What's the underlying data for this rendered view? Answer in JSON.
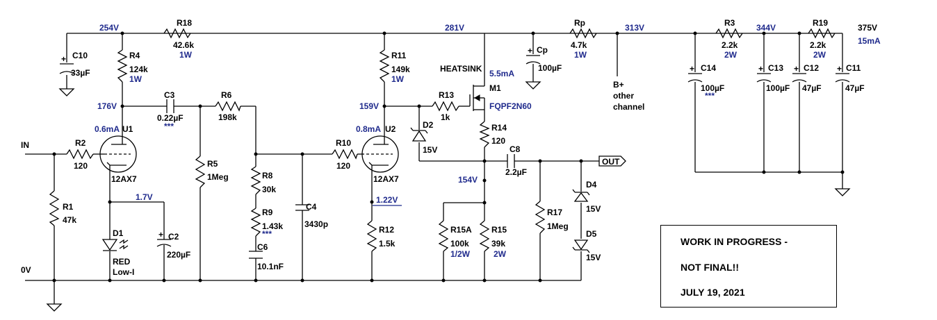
{
  "schematic": {
    "ports": {
      "in": "IN",
      "ground": "0V",
      "out": "OUT"
    },
    "voltages": {
      "v254": "254V",
      "v281": "281V",
      "v313": "313V",
      "v344": "344V",
      "v375": "375V",
      "v176": "176V",
      "v159": "159V",
      "v154": "154V",
      "v17": "1.7V",
      "v122": "1.22V"
    },
    "currents": {
      "u1": "0.6mA",
      "u2": "0.8mA",
      "m1": "5.5mA",
      "supply": "15mA"
    },
    "resistors": {
      "r1": {
        "name": "R1",
        "value": "47k"
      },
      "r2": {
        "name": "R2",
        "value": "120"
      },
      "r4": {
        "name": "R4",
        "value": "124k",
        "rating": "1W"
      },
      "r5": {
        "name": "R5",
        "value": "1Meg"
      },
      "r6": {
        "name": "R6",
        "value": "198k"
      },
      "r8": {
        "name": "R8",
        "value": "30k"
      },
      "r9": {
        "name": "R9",
        "value": "1.43k",
        "note": "***"
      },
      "r10": {
        "name": "R10",
        "value": "120"
      },
      "r11": {
        "name": "R11",
        "value": "149k",
        "rating": "1W"
      },
      "r12": {
        "name": "R12",
        "value": "1.5k"
      },
      "r13": {
        "name": "R13",
        "value": "1k"
      },
      "r14": {
        "name": "R14",
        "value": "120"
      },
      "r15a": {
        "name": "R15A",
        "value": "100k",
        "rating": "1/2W"
      },
      "r15": {
        "name": "R15",
        "value": "39k",
        "rating": "2W"
      },
      "r17": {
        "name": "R17",
        "value": "1Meg"
      },
      "r18": {
        "name": "R18",
        "value": "42.6k",
        "rating": "1W"
      },
      "rp": {
        "name": "Rp",
        "value": "4.7k",
        "rating": "1W"
      },
      "r3": {
        "name": "R3",
        "value": "2.2k",
        "rating": "2W"
      },
      "r19": {
        "name": "R19",
        "value": "2.2k",
        "rating": "2W"
      }
    },
    "capacitors": {
      "c2": {
        "name": "C2",
        "value": "220µF"
      },
      "c3": {
        "name": "C3",
        "value": "0.22µF",
        "note": "***"
      },
      "c4": {
        "name": "C4",
        "value": "3430p"
      },
      "c6": {
        "name": "C6",
        "value": "10.1nF"
      },
      "c8": {
        "name": "C8",
        "value": "2.2µF"
      },
      "c10": {
        "name": "C10",
        "value": "33µF"
      },
      "cp": {
        "name": "Cp",
        "value": "100µF"
      },
      "c14": {
        "name": "C14",
        "value": "100µF",
        "note": "***"
      },
      "c13": {
        "name": "C13",
        "value": "100µF"
      },
      "c12": {
        "name": "C12",
        "value": "47µF"
      },
      "c11": {
        "name": "C11",
        "value": "47µF"
      }
    },
    "tubes": {
      "u1": {
        "name": "U1",
        "type": "12AX7"
      },
      "u2": {
        "name": "U2",
        "type": "12AX7"
      }
    },
    "mosfet": {
      "name": "M1",
      "part": "FQPF2N60",
      "heatsink": "HEATSINK"
    },
    "diodes": {
      "d1": {
        "name": "D1",
        "line1": "RED",
        "line2": "Low-I"
      },
      "d2": {
        "name": "D2",
        "value": "15V"
      },
      "d4": {
        "name": "D4",
        "value": "15V"
      },
      "d5": {
        "name": "D5",
        "value": "15V"
      }
    },
    "bplus": {
      "line1": "B+",
      "line2": "other",
      "line3": "channel"
    }
  },
  "notice": {
    "line1": "WORK IN PROGRESS -",
    "line2": "NOT FINAL!!",
    "line3": "JULY 19, 2021"
  }
}
